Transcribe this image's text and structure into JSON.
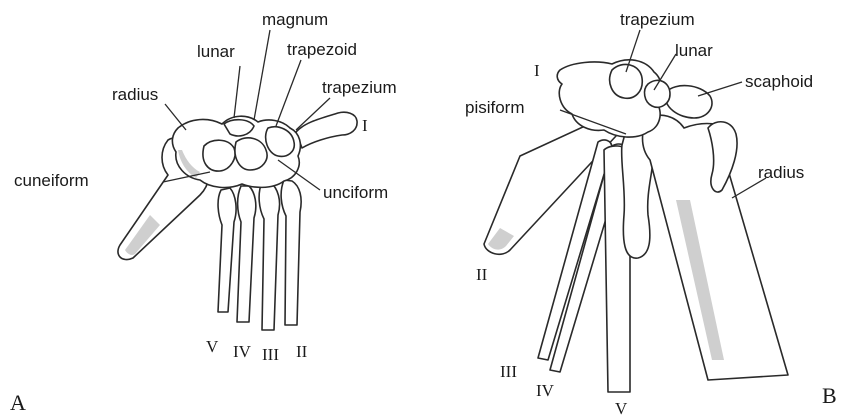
{
  "panel_a": {
    "panel_label": "A",
    "labels": {
      "lunar": "lunar",
      "magnum": "magnum",
      "trapezoid": "trapezoid",
      "trapezium": "trapezium",
      "radius": "radius",
      "cuneiform": "cuneiform",
      "unciform": "unciform",
      "digit_I": "I",
      "digit_V": "V",
      "digit_IV": "IV",
      "digit_III": "III",
      "digit_II": "II"
    }
  },
  "panel_b": {
    "panel_label": "B",
    "labels": {
      "trapezium": "trapezium",
      "lunar": "lunar",
      "scaphoid": "scaphoid",
      "pisiform": "pisiform",
      "radius": "radius",
      "digit_I": "I",
      "digit_II": "II",
      "digit_III": "III",
      "digit_IV": "IV",
      "digit_V": "V"
    }
  }
}
